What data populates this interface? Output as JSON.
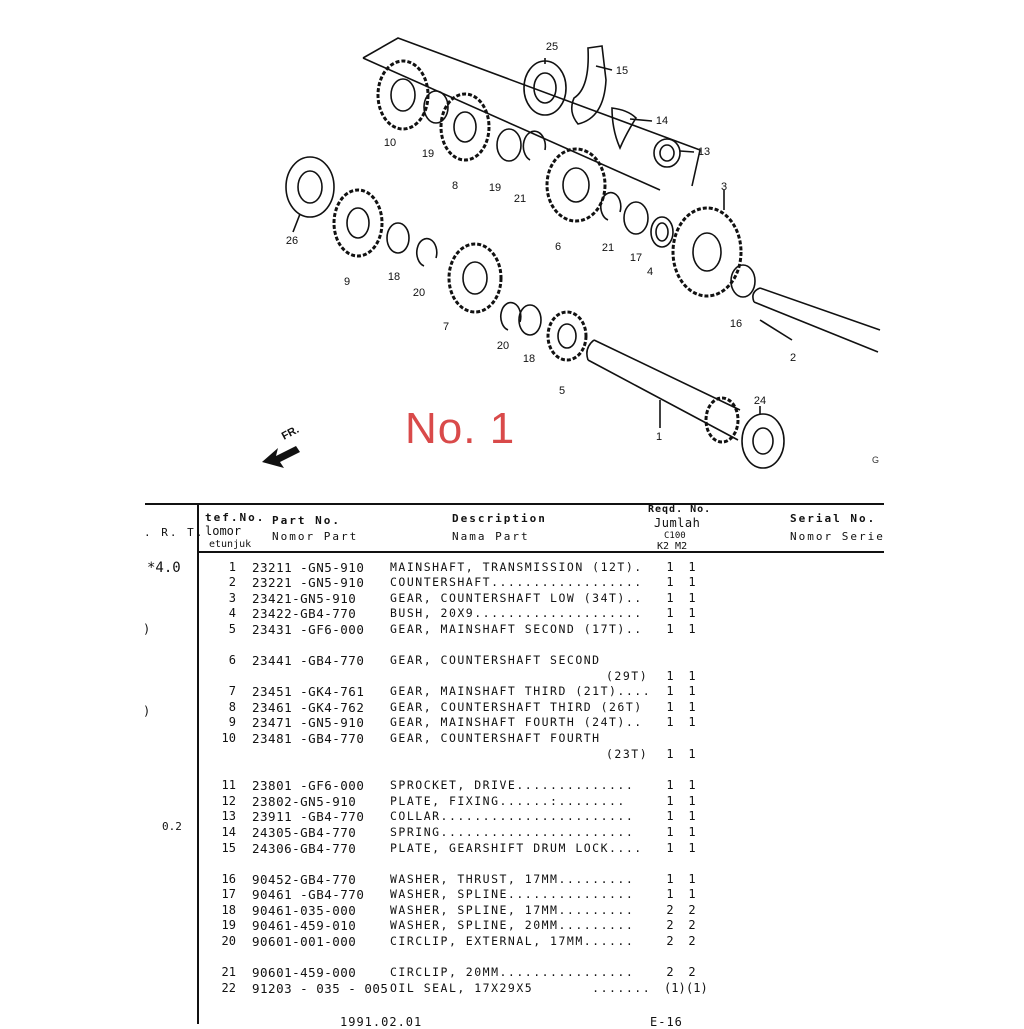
{
  "diagram": {
    "label": "No. 1",
    "front_mark": "FR.",
    "edge_fragment": "G",
    "callouts": [
      "25",
      "15",
      "14",
      "13",
      "10",
      "19",
      "8",
      "19",
      "21",
      "6",
      "3",
      "26",
      "9",
      "18",
      "20",
      "7",
      "21",
      "17",
      "4",
      "16",
      "2",
      "20",
      "18",
      "5",
      "1",
      "24"
    ]
  },
  "table": {
    "headers": {
      "left_col": ". R. T.",
      "ref_line1": "tef.No.",
      "ref_line2": "lomor",
      "ref_line3": "etunjuk",
      "part_line1": "Part  No.",
      "part_line2": "Nomor  Part",
      "desc_line1": "Description",
      "desc_line2": "Nama  Part",
      "reqd_line1": "Reqd. No.",
      "reqd_line2": "Jumlah",
      "reqd_line3": "C100",
      "reqd_line4": "K2  M2",
      "serial_line1": "Serial  No.",
      "serial_line2": "Nomor  Serie"
    },
    "left_notes": [
      "*4.0",
      ")",
      ")",
      "0.2"
    ],
    "rows": [
      {
        "ref": "1",
        "part": "23211 -GN5-910",
        "desc": "MAINSHAFT, TRANSMISSION (12T).",
        "qa": "1",
        "qb": "1"
      },
      {
        "ref": "2",
        "part": "23221 -GN5-910",
        "desc": "COUNTERSHAFT..................",
        "qa": "1",
        "qb": "1"
      },
      {
        "ref": "3",
        "part": "23421-GN5-910",
        "desc": "GEAR, COUNTERSHAFT LOW (34T)..",
        "qa": "1",
        "qb": "1"
      },
      {
        "ref": "4",
        "part": "23422-GB4-770",
        "desc": "BUSH, 20X9....................",
        "qa": "1",
        "qb": "1"
      },
      {
        "ref": "5",
        "part": "23431 -GF6-000",
        "desc": "GEAR, MAINSHAFT SECOND (17T)..",
        "qa": "1",
        "qb": "1"
      },
      {
        "ref": "6",
        "part": "23441 -GB4-770",
        "desc": "GEAR, COUNTERSHAFT SECOND",
        "qa": "",
        "qb": "",
        "cont": "(29T)",
        "cqa": "1",
        "cqb": "1"
      },
      {
        "ref": "7",
        "part": "23451 -GK4-761",
        "desc": "GEAR, MAINSHAFT THIRD (21T)....",
        "qa": "1",
        "qb": "1"
      },
      {
        "ref": "8",
        "part": "23461 -GK4-762",
        "desc": "GEAR, COUNTERSHAFT THIRD (26T)",
        "qa": "1",
        "qb": "1"
      },
      {
        "ref": "9",
        "part": "23471 -GN5-910",
        "desc": "GEAR, MAINSHAFT FOURTH (24T)..",
        "qa": "1",
        "qb": "1"
      },
      {
        "ref": "10",
        "part": "23481 -GB4-770",
        "desc": "GEAR, COUNTERSHAFT FOURTH",
        "qa": "",
        "qb": "",
        "cont": "(23T)",
        "cqa": "1",
        "cqb": "1"
      },
      {
        "ref": "11",
        "part": "23801 -GF6-000",
        "desc": "SPROCKET, DRIVE..............",
        "qa": "1",
        "qb": "1"
      },
      {
        "ref": "12",
        "part": "23802-GN5-910",
        "desc": "PLATE, FIXING......:........",
        "qa": "1",
        "qb": "1"
      },
      {
        "ref": "13",
        "part": "23911 -GB4-770",
        "desc": "COLLAR.......................",
        "qa": "1",
        "qb": "1"
      },
      {
        "ref": "14",
        "part": "24305-GB4-770",
        "desc": "SPRING.......................",
        "qa": "1",
        "qb": "1"
      },
      {
        "ref": "15",
        "part": "24306-GB4-770",
        "desc": "PLATE, GEARSHIFT DRUM LOCK....",
        "qa": "1",
        "qb": "1"
      },
      {
        "ref": "16",
        "part": "90452-GB4-770",
        "desc": "WASHER, THRUST, 17MM.........",
        "qa": "1",
        "qb": "1"
      },
      {
        "ref": "17",
        "part": "90461 -GB4-770",
        "desc": "WASHER, SPLINE...............",
        "qa": "1",
        "qb": "1"
      },
      {
        "ref": "18",
        "part": "90461-035-000",
        "desc": "WASHER, SPLINE, 17MM.........",
        "qa": "2",
        "qb": "2"
      },
      {
        "ref": "19",
        "part": "90461-459-010",
        "desc": "WASHER, SPLINE, 20MM.........",
        "qa": "2",
        "qb": "2"
      },
      {
        "ref": "20",
        "part": "90601-001-000",
        "desc": "CIRCLIP, EXTERNAL, 17MM......",
        "qa": "2",
        "qb": "2"
      },
      {
        "ref": "21",
        "part": "90601-459-000",
        "desc": "CIRCLIP, 20MM................",
        "qa": "2",
        "qb": "2"
      },
      {
        "ref": "22",
        "part": "91203 - 035 - 005",
        "desc": "OIL SEAL, 17X29X5       .......",
        "qa": "(1)",
        "qb": "(1)"
      }
    ],
    "footer_date": "1991.02.01",
    "footer_page": "E-16"
  }
}
